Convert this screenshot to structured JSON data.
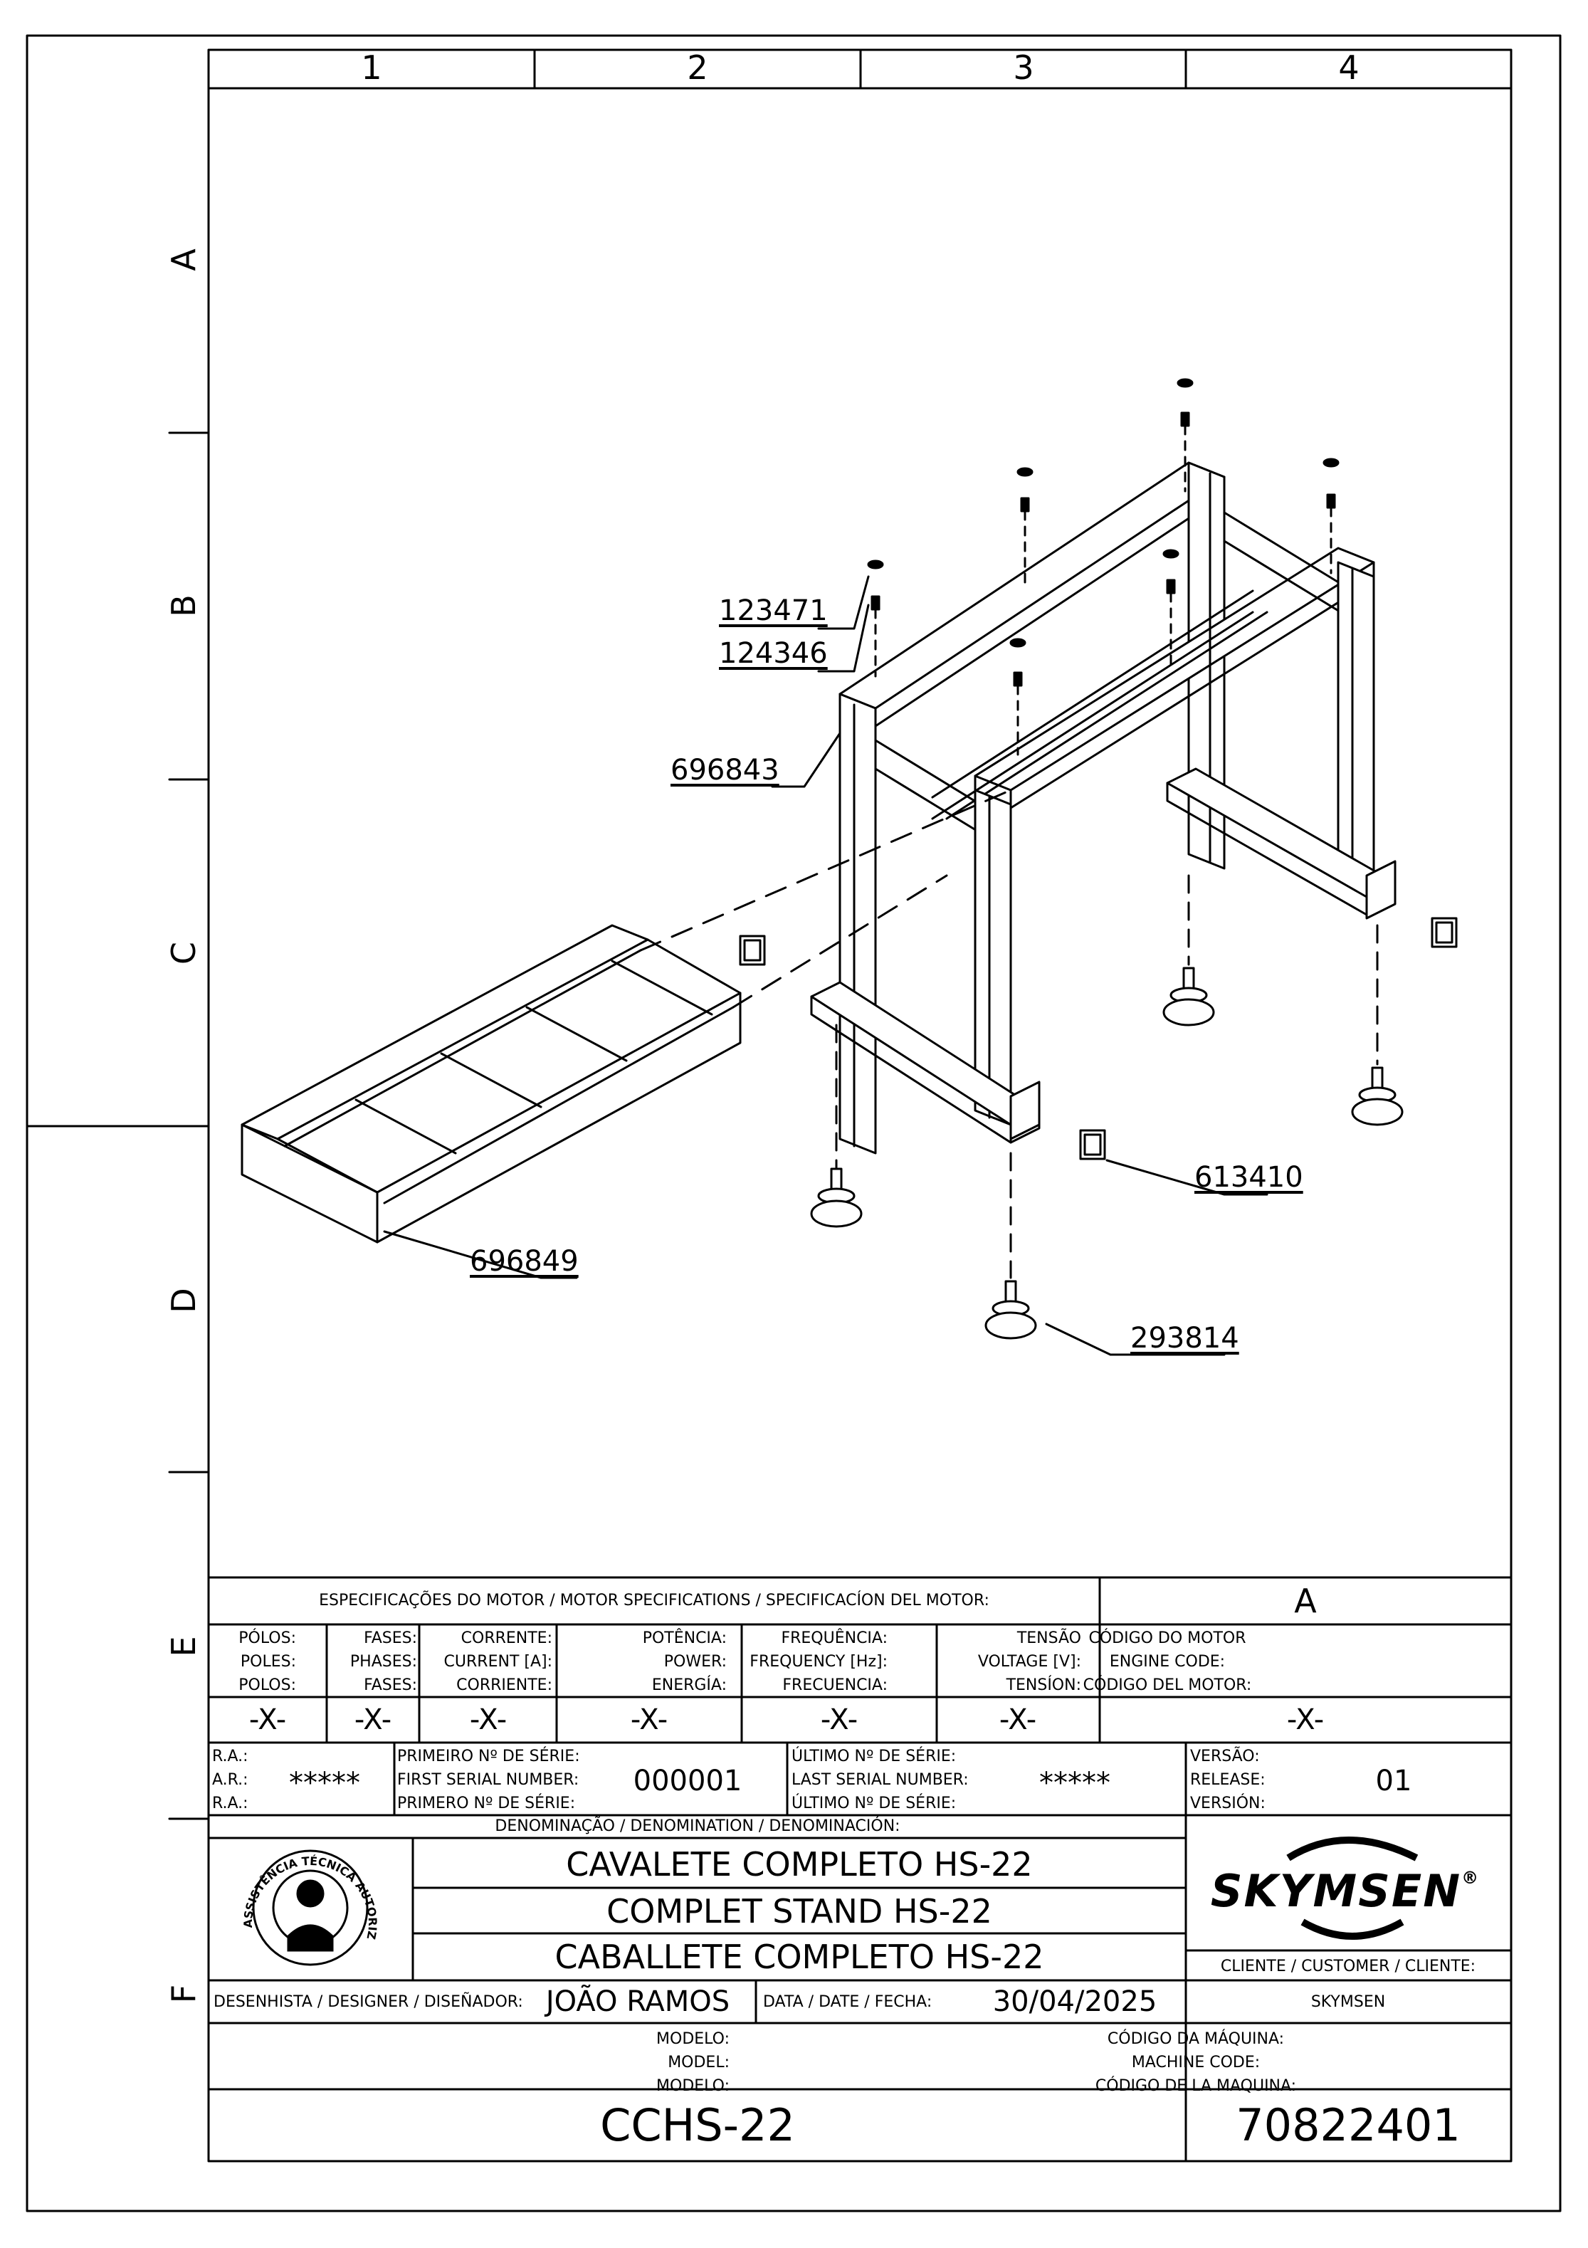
{
  "grid": {
    "columns": [
      "1",
      "2",
      "3",
      "4"
    ],
    "rows": [
      "A",
      "B",
      "C",
      "D",
      "E",
      "F"
    ]
  },
  "parts": [
    {
      "code": "123471"
    },
    {
      "code": "124346"
    },
    {
      "code": "696843"
    },
    {
      "code": "696849"
    },
    {
      "code": "613410"
    },
    {
      "code": "293814"
    }
  ],
  "motor": {
    "header": "ESPECIFICAÇÕES DO MOTOR / MOTOR SPECIFICATIONS / SPECIFICACÍON DEL MOTOR:",
    "revision": "A",
    "fields": [
      {
        "l1": "PÓLOS:",
        "l2": "POLES:",
        "l3": "POLOS:",
        "value": "-X-"
      },
      {
        "l1": "FASES:",
        "l2": "PHASES:",
        "l3": "FASES:",
        "value": "-X-"
      },
      {
        "l1": "CORRENTE:",
        "l2": "CURRENT [A]:",
        "l3": "CORRIENTE:",
        "value": "-X-"
      },
      {
        "l1": "POTÊNCIA:",
        "l2": "POWER:",
        "l3": "ENERGÍA:",
        "value": "-X-"
      },
      {
        "l1": "FREQUÊNCIA:",
        "l2": "FREQUENCY [Hz]:",
        "l3": "FRECUENCIA:",
        "value": "-X-"
      },
      {
        "l1": "TENSÃO",
        "l2": "VOLTAGE [V]:",
        "l3": "TENSÍON:",
        "value": "-X-"
      }
    ],
    "engine_code": {
      "l1": "CÓDIGO DO MOTOR",
      "l2": "ENGINE CODE:",
      "l3": "CÓDIGO DEL MOTOR:",
      "value": "-X-"
    }
  },
  "serial": {
    "ra": {
      "l1": "R.A.:",
      "l2": "A.R.:",
      "l3": "R.A.:",
      "value": "*****"
    },
    "first": {
      "l1": "PRIMEIRO Nº DE SÉRIE:",
      "l2": "FIRST SERIAL NUMBER:",
      "l3": "PRIMERO Nº DE SÉRIE:",
      "value": "000001"
    },
    "last": {
      "l1": "ÚLTIMO Nº DE SÉRIE:",
      "l2": "LAST SERIAL NUMBER:",
      "l3": "ÚLTIMO Nº DE SÉRIE:",
      "value": "*****"
    },
    "version": {
      "l1": "VERSÃO:",
      "l2": "RELEASE:",
      "l3": "VERSIÓN:",
      "value": "01"
    }
  },
  "denomination": {
    "header": "DENOMINAÇÃO / DENOMINATION / DENOMINACIÓN:",
    "pt": "CAVALETE COMPLETO HS-22",
    "en": "COMPLET STAND HS-22",
    "es": "CABALLETE COMPLETO HS-22"
  },
  "seal": {
    "text": "ASSISTÊNCIA TÉCNICA AUTORIZADA"
  },
  "brand": {
    "name": "SKYMSEN",
    "mark": "®"
  },
  "client": {
    "label": "CLIENTE / CUSTOMER / CLIENTE:",
    "value": "SKYMSEN"
  },
  "designer": {
    "label": "DESENHISTA / DESIGNER / DISEÑADOR:",
    "value": "JOÃO RAMOS"
  },
  "date": {
    "label": "DATA / DATE / FECHA:",
    "value": "30/04/2025"
  },
  "model": {
    "l1": "MODELO:",
    "l2": "MODEL:",
    "l3": "MODELO:",
    "value": "CCHS-22"
  },
  "machine_code": {
    "l1": "CÓDIGO DA MÁQUINA:",
    "l2": "MACHINE CODE:",
    "l3": "CÓDIGO DE LA MAQUINA:",
    "value": "70822401"
  }
}
